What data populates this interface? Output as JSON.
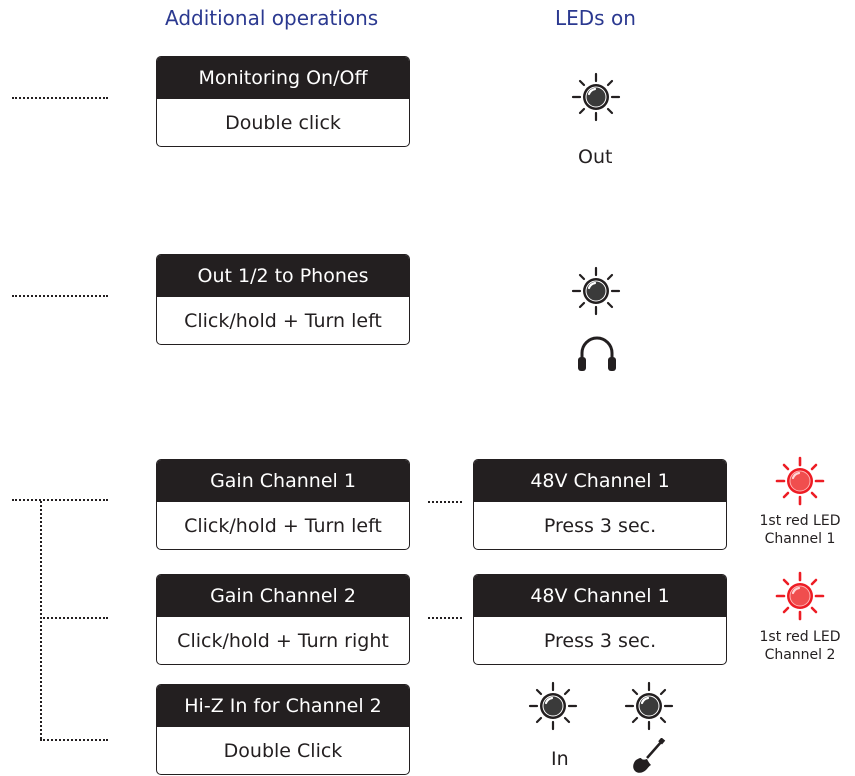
{
  "headers": {
    "additional_operations": "Additional operations",
    "leds_on": "LEDs on"
  },
  "rows": [
    {
      "title": "Monitoring On/Off",
      "action": "Double click",
      "led_label": "Out"
    },
    {
      "title": "Out 1/2 to Phones",
      "action": "Click/hold + Turn left"
    },
    {
      "title": "Gain Channel 1",
      "action": "Click/hold + Turn left",
      "sub_title": "48V Channel 1",
      "sub_action": "Press 3 sec.",
      "led_label_line1": "1st red LED",
      "led_label_line2": "Channel 1"
    },
    {
      "title": "Gain Channel 2",
      "action": "Click/hold + Turn right",
      "sub_title": "48V Channel 1",
      "sub_action": "Press 3 sec.",
      "led_label_line1": "1st red LED",
      "led_label_line2": "Channel 2"
    },
    {
      "title": "Hi-Z In for Channel 2",
      "action": "Double Click",
      "led_label": "In"
    }
  ],
  "icons": {
    "knob": "knob-led-icon",
    "red_knob": "red-led-knob-icon",
    "headphones": "headphones-icon",
    "guitar": "guitar-icon"
  },
  "colors": {
    "header": "#2b3990",
    "box_header": "#231f20",
    "led_red": "#ed1c24",
    "led_red_dark": "#c1121f"
  }
}
